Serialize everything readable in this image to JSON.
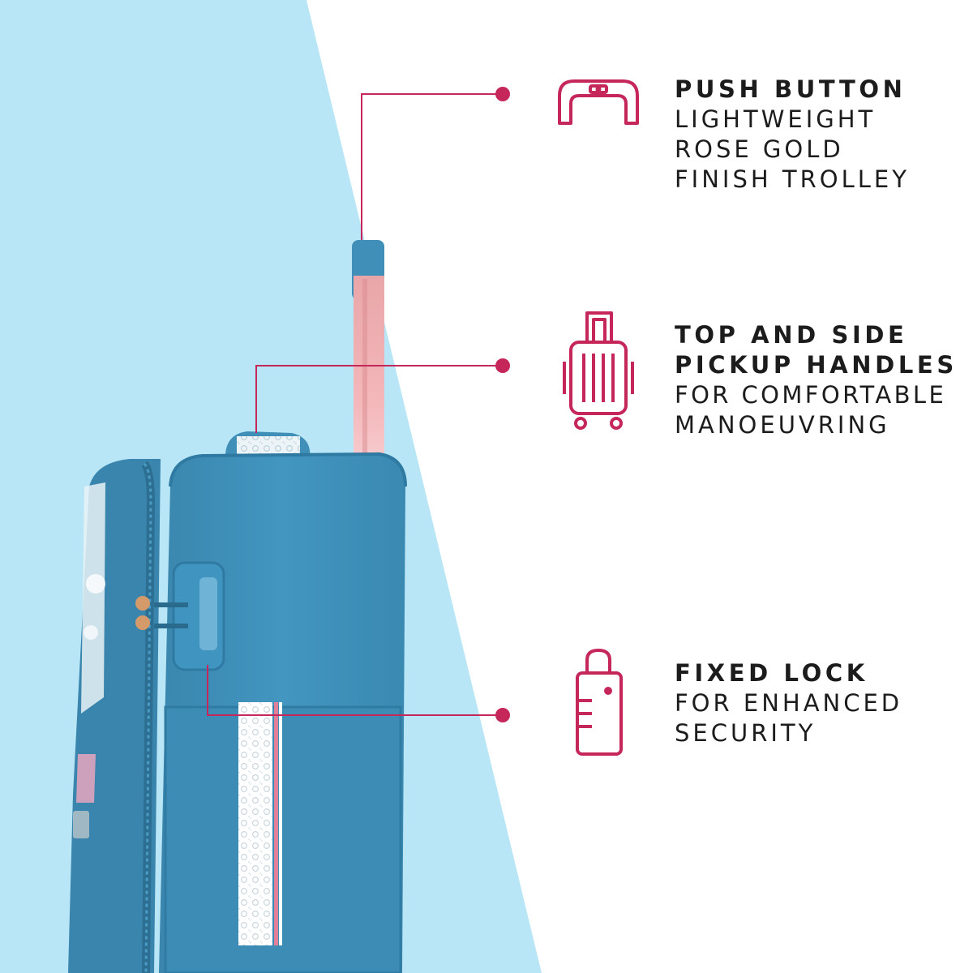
{
  "colors": {
    "accent": "#c5275b",
    "background": "#ffffff",
    "band": "#b9e6f6",
    "luggage": "#3d8fb8",
    "text": "#1c1c1c"
  },
  "features": [
    {
      "icon": "trolley-handle-icon",
      "title": "PUSH BUTTON",
      "lines": [
        "LIGHTWEIGHT",
        "ROSE GOLD",
        "FINISH TROLLEY"
      ]
    },
    {
      "icon": "suitcase-icon",
      "title": "TOP AND SIDE",
      "title2": "PICKUP HANDLES",
      "lines": [
        "FOR COMFORTABLE",
        "MANOEUVRING"
      ]
    },
    {
      "icon": "padlock-icon",
      "title": "FIXED LOCK",
      "lines": [
        "FOR ENHANCED",
        "SECURITY"
      ]
    }
  ]
}
